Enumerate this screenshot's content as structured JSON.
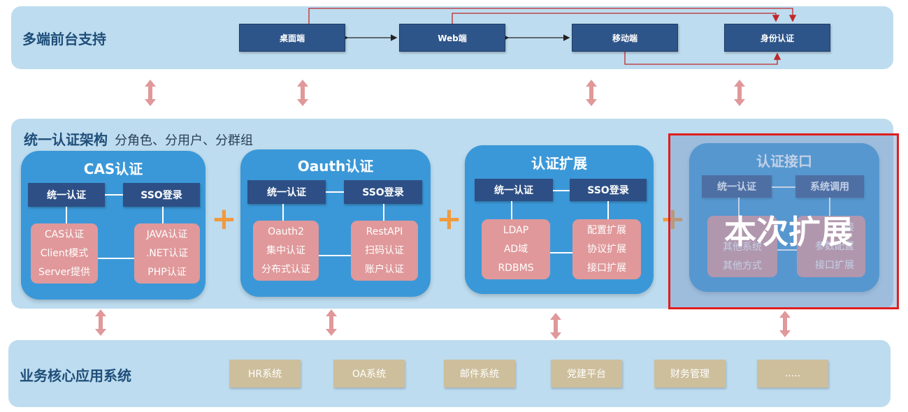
{
  "top": {
    "title": "多端前台支持",
    "nodes": [
      "桌面端",
      "Web端",
      "移动端",
      "身份认证"
    ]
  },
  "middle": {
    "title": "统一认证架构",
    "subtitle": "分角色、分用户、分群组",
    "cards": [
      {
        "title": "CAS认证",
        "h1": "统一认证",
        "h2": "SSO登录",
        "left": [
          "CAS认证",
          "Client模式",
          "Server提供"
        ],
        "right": [
          "JAVA认证",
          ".NET认证",
          "PHP认证"
        ]
      },
      {
        "title": "Oauth认证",
        "h1": "统一认证",
        "h2": "SSO登录",
        "left": [
          "Oauth2",
          "集中认证",
          "分布式认证"
        ],
        "right": [
          "RestAPI",
          "扫码认证",
          "账户认证"
        ]
      },
      {
        "title": "认证扩展",
        "h1": "统一认证",
        "h2": "SSO登录",
        "left": [
          "LDAP",
          "AD域",
          "RDBMS"
        ],
        "right": [
          "配置扩展",
          "协议扩展",
          "接口扩展"
        ]
      },
      {
        "title": "认证接口",
        "h1": "统一认证",
        "h2": "系统调用",
        "left": [
          "其他系统",
          "其他方式"
        ],
        "right": [
          "接",
          "参数配置",
          "接口扩展"
        ]
      }
    ],
    "plus": "+",
    "highlight_text": "本次扩展"
  },
  "bottom": {
    "title": "业务核心应用系统",
    "items": [
      "HR系统",
      "OA系统",
      "邮件系统",
      "党建平台",
      "财务管理",
      "....."
    ]
  },
  "colors": {
    "band": "#bddcef",
    "card": "#3b98d8",
    "node": "#2e5589",
    "pink": "#e0989a",
    "tan": "#cdbf9c",
    "plus": "#f09a3e",
    "highlight_border": "#e01d1d"
  }
}
